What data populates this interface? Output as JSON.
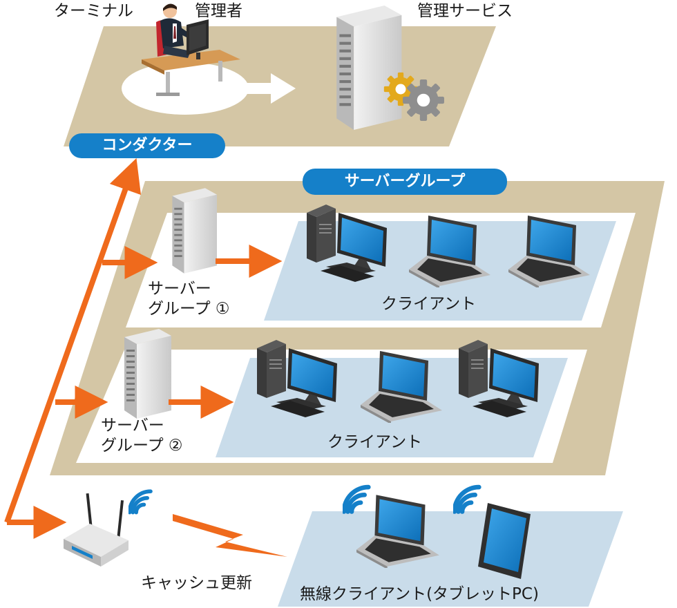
{
  "top": {
    "terminal_label": "ターミナル",
    "admin_label": "管理者",
    "service_label": "管理サービス",
    "conductor_label": "コンダクター"
  },
  "server_group": {
    "title": "サーバーグループ",
    "groups": [
      {
        "line1": "サーバー",
        "line2": "グループ ①",
        "clients_label": "クライアント"
      },
      {
        "line1": "サーバー",
        "line2": "グループ ②",
        "clients_label": "クライアント"
      }
    ]
  },
  "bottom": {
    "cache_label": "キャッシュ更新",
    "wireless_label": "無線クライアント(タブレットPC)"
  },
  "colors": {
    "platform": "#d4c6a5",
    "zone": "#c9dcea",
    "arrow": "#ef6a1c",
    "pill": "#1580c9",
    "wifi": "#1580c9",
    "screen": "#1b86d4"
  }
}
